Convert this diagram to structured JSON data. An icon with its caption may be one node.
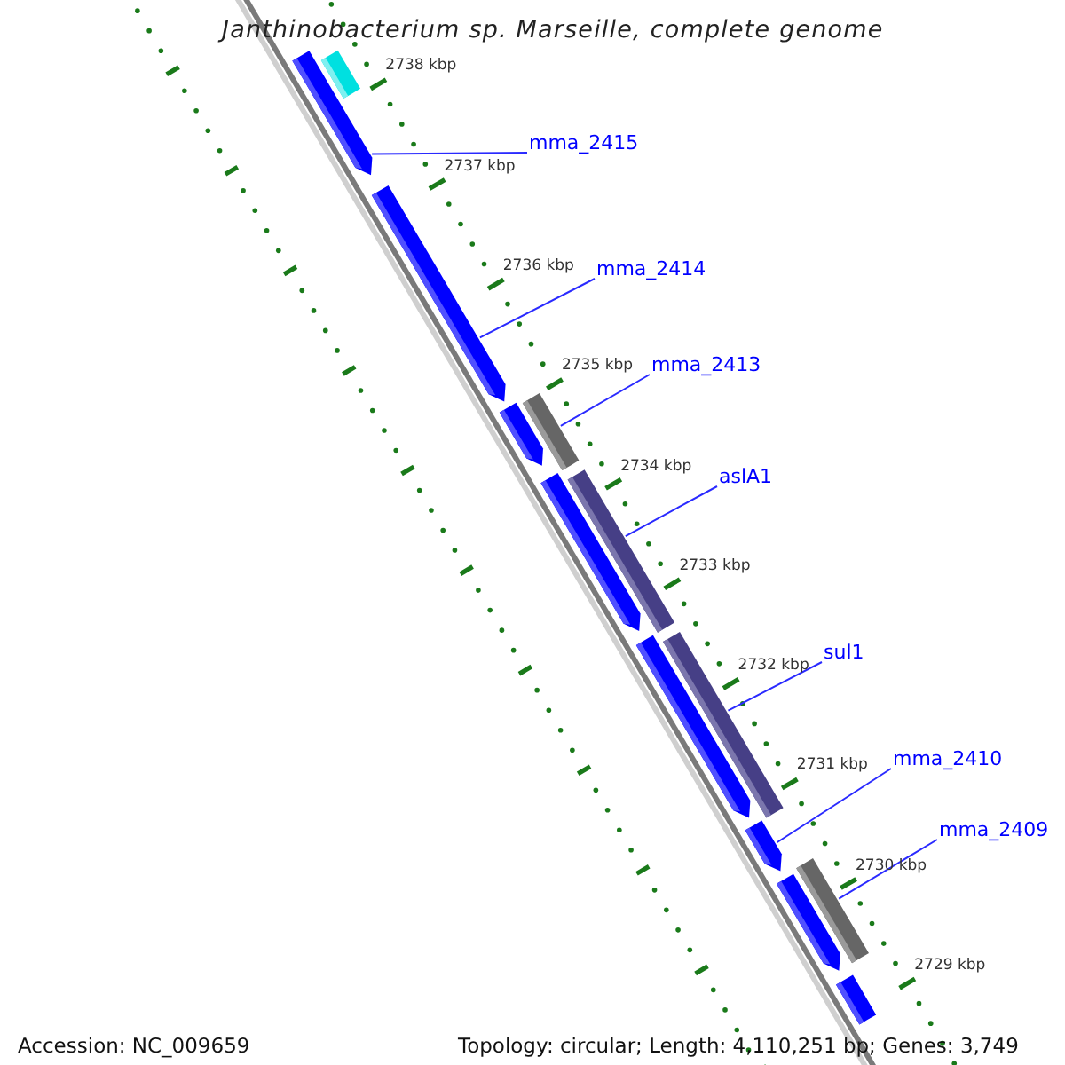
{
  "diagram": {
    "title": "Janthinobacterium sp. Marseille, complete genome",
    "nodes": [
      {
        "text": [
          "mma_2415"
        ]
      },
      {
        "text": [
          "mma_2414"
        ]
      },
      {
        "text": [
          "mma_2413"
        ]
      },
      {
        "text": [
          "aslA1"
        ]
      },
      {
        "text": [
          "sul1"
        ]
      },
      {
        "text": [
          "mma_2410"
        ]
      },
      {
        "text": [
          "mma_2409"
        ]
      },
      {
        "text": [],
        "shape": "bar"
      },
      {
        "text": [],
        "shape": "bar"
      },
      {
        "text": [],
        "shape": "bar"
      },
      {
        "text": [],
        "shape": "bar"
      },
      {
        "text": [],
        "shape": "bar"
      },
      {
        "text": [],
        "shape": "bar"
      },
      {
        "text": [],
        "shape": "bar"
      },
      {
        "text": [],
        "shape": "bar"
      },
      {
        "text": [],
        "shape": "bar"
      },
      {
        "text": [],
        "shape": "bar"
      },
      {
        "text": [],
        "shape": "bar"
      },
      {
        "text": [],
        "shape": "bar"
      },
      {
        "text": [],
        "shape": "bar"
      }
    ],
    "edges": [
      {
        "from": 0,
        "to": 8,
        "arrow": "none"
      },
      {
        "from": 1,
        "to": 9,
        "arrow": "none"
      },
      {
        "from": 2,
        "to": 10,
        "arrow": "none"
      },
      {
        "from": 3,
        "to": 13,
        "arrow": "none"
      },
      {
        "from": 4,
        "to": 15,
        "arrow": "none"
      },
      {
        "from": 5,
        "to": 16,
        "arrow": "none"
      },
      {
        "from": 6,
        "to": 17,
        "arrow": "none"
      }
    ],
    "labels": [
      "2738 kbp",
      "2737 kbp",
      "2736 kbp",
      "2735 kbp",
      "2734 kbp",
      "2733 kbp",
      "2732 kbp",
      "2731 kbp",
      "2730 kbp",
      "2729 kbp",
      "Accession: NC_009659",
      "Topology: circular; Length: 4,110,251 bp; Genes: 3,749"
    ]
  }
}
